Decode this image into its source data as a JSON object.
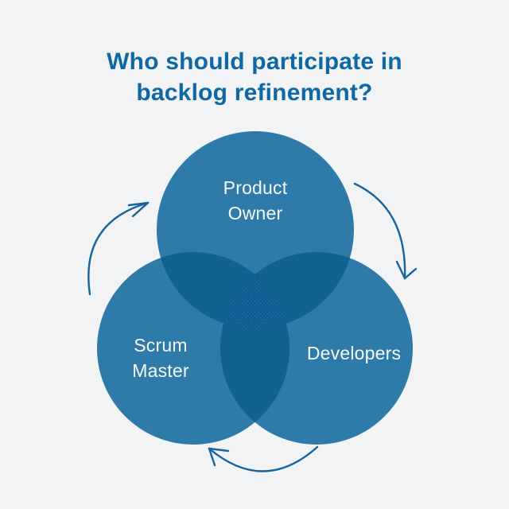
{
  "title": {
    "text": "Who should participate in\nbacklog refinement?"
  },
  "venn": {
    "type": "venn-diagram",
    "circles": [
      {
        "name": "product-owner",
        "label": "Product\nOwner"
      },
      {
        "name": "scrum-master",
        "label": "Scrum\nMaster"
      },
      {
        "name": "developers",
        "label": "Developers"
      }
    ],
    "arrows": [
      {
        "name": "clockwise-arrow-left",
        "direction": "up-right"
      },
      {
        "name": "clockwise-arrow-right",
        "direction": "down"
      },
      {
        "name": "clockwise-arrow-bottom",
        "direction": "up-left"
      }
    ]
  },
  "colors": {
    "background": "#f2f3f5",
    "title": "#0e68a4",
    "circle": "#2e7aa9",
    "overlap": "#11628f",
    "center": "#0d5c90",
    "arrow": "#17649a",
    "label_text": "#f7fafc"
  }
}
